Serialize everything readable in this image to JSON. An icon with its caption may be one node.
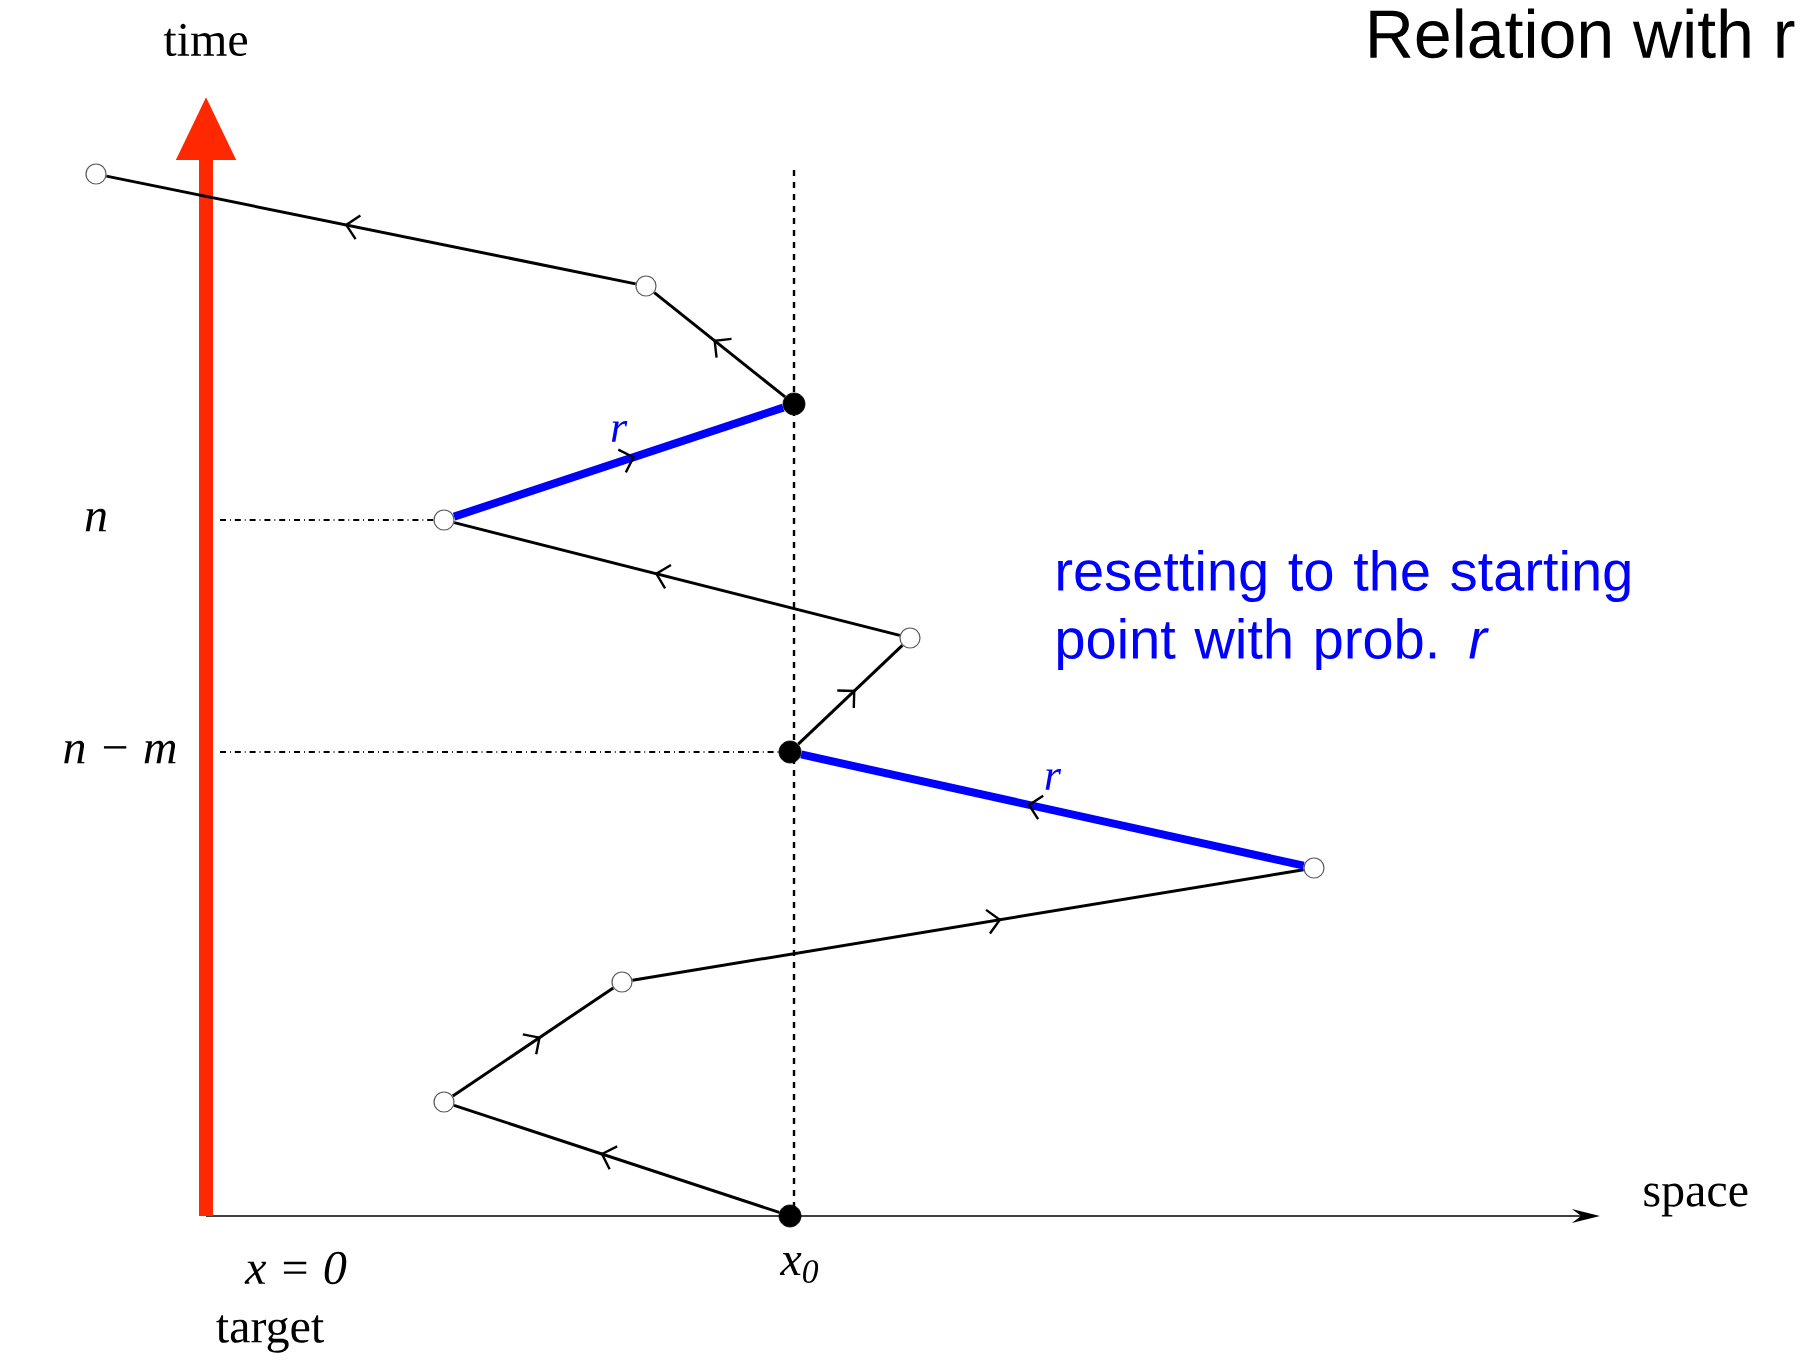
{
  "diagram": {
    "title": "Relation with r",
    "nodes": [
      {
        "text": [],
        "shape": "circle"
      },
      {
        "text": [],
        "shape": "circle"
      },
      {
        "text": [],
        "shape": "dot"
      },
      {
        "text": [],
        "shape": "circle"
      },
      {
        "text": [],
        "shape": "circle"
      },
      {
        "text": [],
        "shape": "dot"
      },
      {
        "text": [],
        "shape": "circle"
      },
      {
        "text": [],
        "shape": "circle"
      },
      {
        "text": [],
        "shape": "circle"
      },
      {
        "text": [],
        "shape": "dot"
      }
    ],
    "edges": [
      {
        "from": 9,
        "to": 8,
        "arrow": "to"
      },
      {
        "from": 8,
        "to": 7,
        "arrow": "to"
      },
      {
        "from": 7,
        "to": 6,
        "arrow": "to"
      },
      {
        "from": 6,
        "to": 5,
        "arrow": "to",
        "label": "r",
        "style": "thick",
        "color": "#0000ff"
      },
      {
        "from": 5,
        "to": 4,
        "arrow": "to"
      },
      {
        "from": 4,
        "to": 3,
        "arrow": "to"
      },
      {
        "from": 3,
        "to": 2,
        "arrow": "to",
        "label": "r",
        "style": "thick",
        "color": "#0000ff"
      },
      {
        "from": 2,
        "to": 1,
        "arrow": "to"
      },
      {
        "from": 1,
        "to": 0,
        "arrow": "to"
      }
    ],
    "labels": [
      "time",
      "n",
      "n − m",
      "resetting to the starting point with prob. *r*",
      "space",
      "x = 0",
      "x$_{0}$",
      "target"
    ]
  }
}
